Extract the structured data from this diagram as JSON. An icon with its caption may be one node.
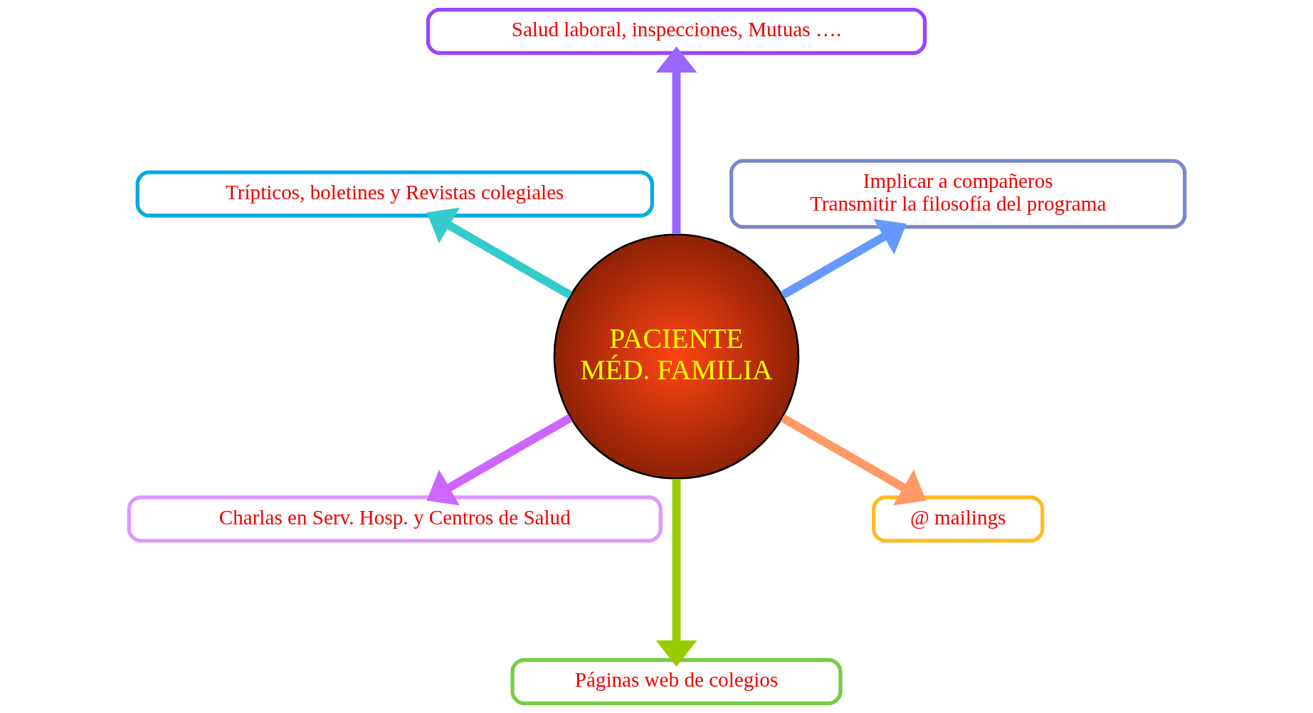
{
  "diagram": {
    "nodes": [
      {
        "text": [
          "Implicar a compañeros",
          "Transmitir la filosofía del programa"
        ]
      },
      {
        "text": [
          "Salud laboral, inspecciones, Mutuas …."
        ]
      },
      {
        "text": [
          "Trípticos, boletines y Revistas colegiales"
        ]
      },
      {
        "text": [
          "PACIENTE",
          "MÉD. FAMILIA"
        ]
      },
      {
        "text": [
          "Charlas en Serv. Hosp. y Centros de Salud"
        ]
      },
      {
        "text": [
          "Páginas web de colegios"
        ]
      },
      {
        "text": [
          "@ mailings"
        ]
      }
    ],
    "edges": [
      {
        "from": 3,
        "to": 0,
        "arrow": "to",
        "color": "#6699ff"
      },
      {
        "from": 3,
        "to": 2,
        "arrow": "to",
        "color": "#33cccc"
      },
      {
        "from": 3,
        "to": 5,
        "arrow": "to",
        "color": "#99cc00"
      },
      {
        "from": 3,
        "to": 6,
        "arrow": "to",
        "color": "#ff9966"
      },
      {
        "from": 3,
        "to": 4,
        "arrow": "to",
        "color": "#cc66ff"
      },
      {
        "from": 3,
        "to": 1,
        "arrow": "to",
        "color": "#9966ff"
      }
    ]
  }
}
